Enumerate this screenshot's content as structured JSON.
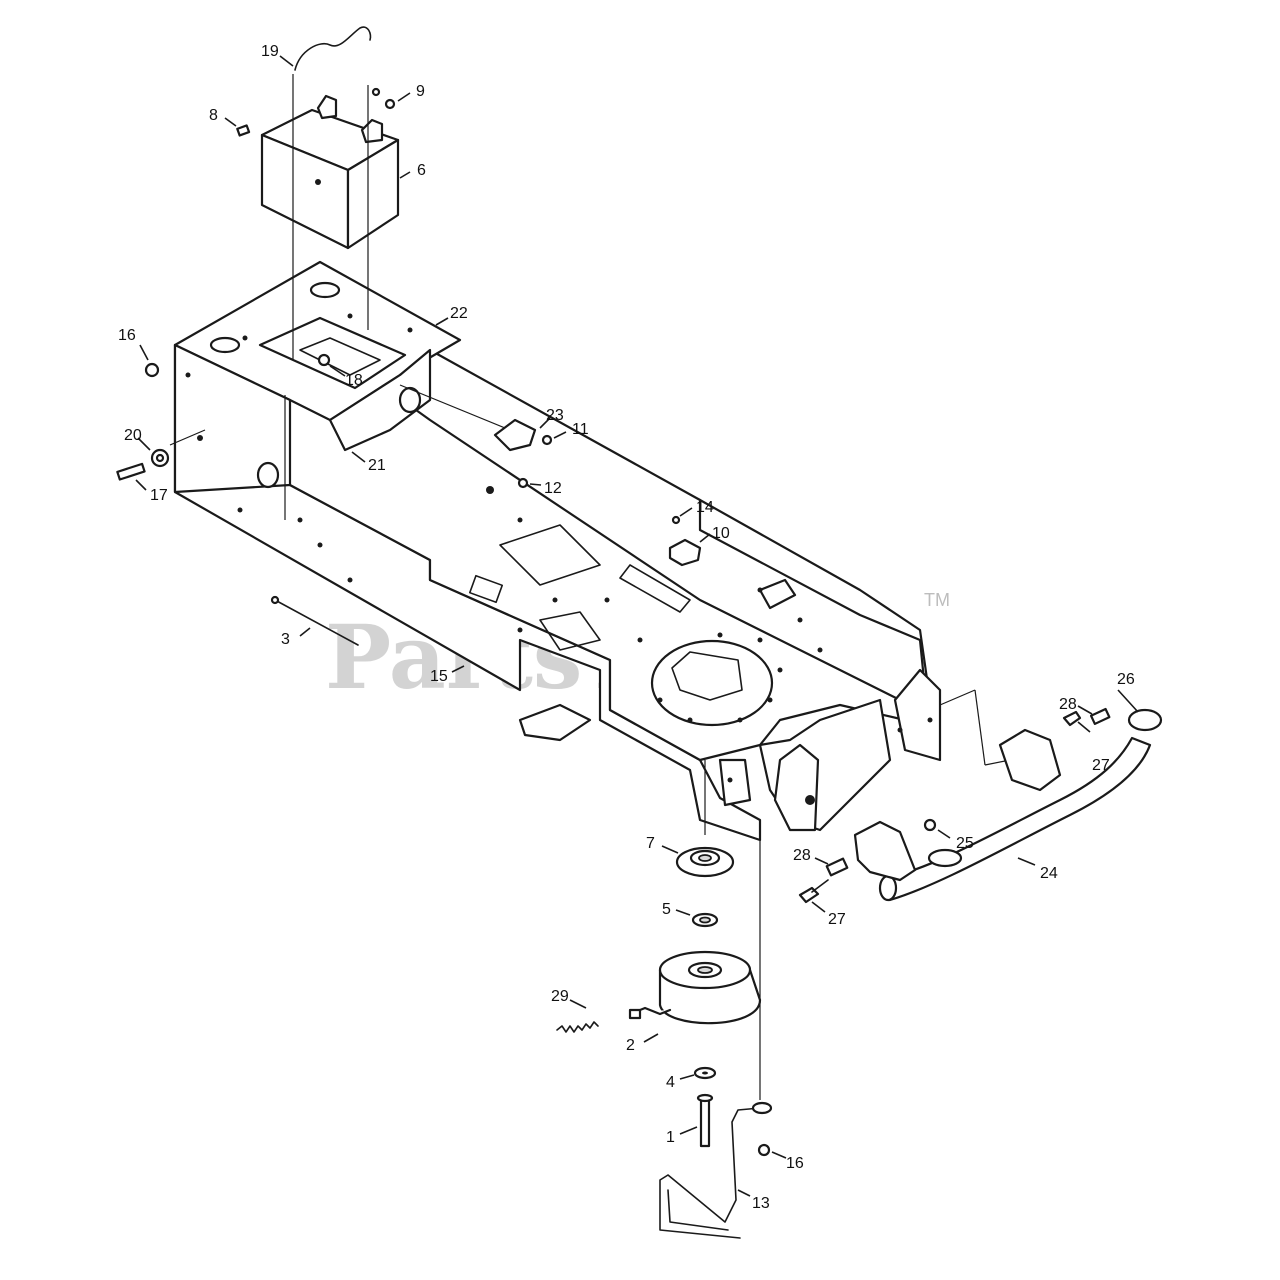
{
  "watermark": {
    "text": "PartsTree",
    "tm": "TM"
  },
  "callouts": [
    "1",
    "2",
    "3",
    "4",
    "5",
    "6",
    "7",
    "8",
    "9",
    "10",
    "11",
    "12",
    "13",
    "14",
    "15",
    "16",
    "16",
    "17",
    "18",
    "19",
    "20",
    "21",
    "22",
    "23",
    "24",
    "25",
    "26",
    "27",
    "27",
    "28",
    "28",
    "29"
  ]
}
